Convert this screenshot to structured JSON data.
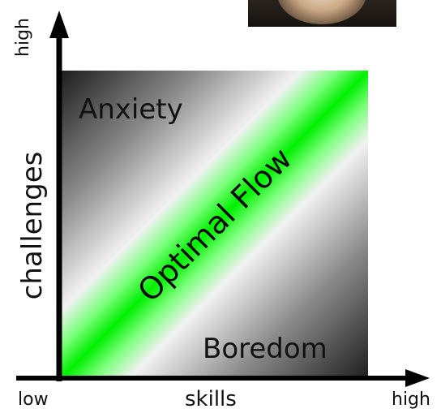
{
  "regions": {
    "upper_left": "Anxiety",
    "diagonal": "Optimal Flow",
    "lower_right": "Boredom"
  },
  "axes": {
    "x_label": "skills",
    "y_label": "challenges",
    "x_low": "low",
    "x_high": "high",
    "y_high": "high"
  },
  "colors": {
    "flow_band": "#00f000",
    "dark_corner": "#1e1e1e",
    "axis": "#000000"
  }
}
